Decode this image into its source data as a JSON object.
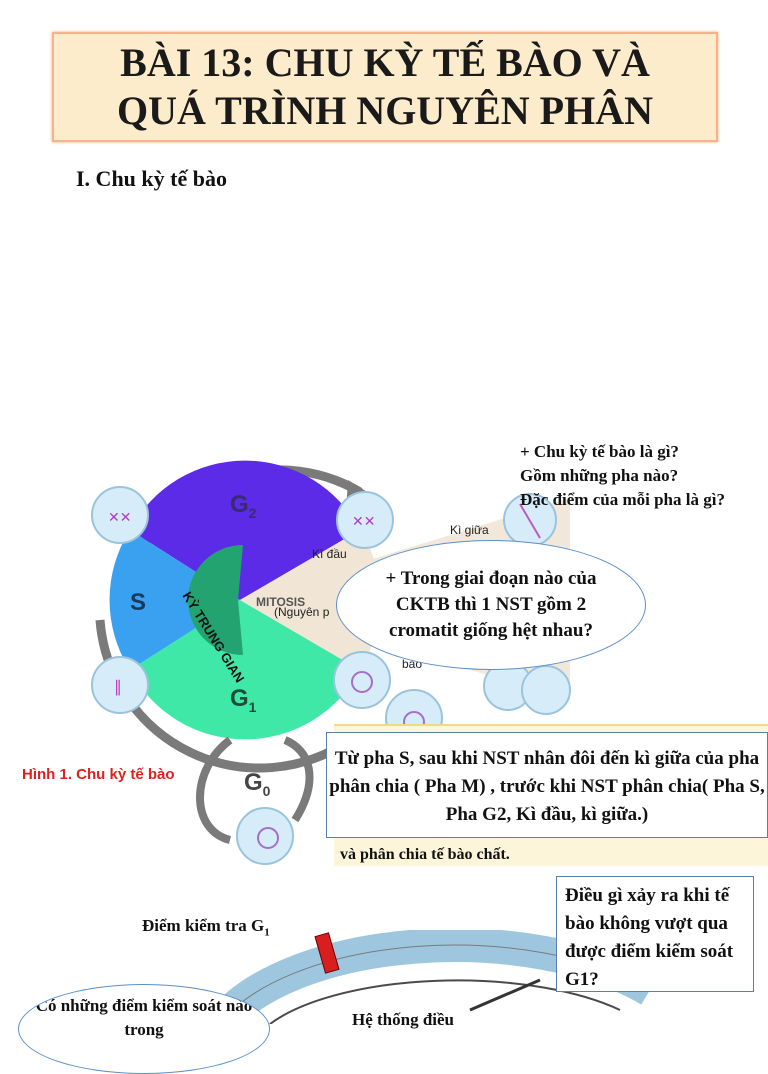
{
  "title": {
    "line1": "BÀI 13: CHU KỲ TẾ BÀO VÀ",
    "line2": "QUÁ TRÌNH NGUYÊN PHÂN"
  },
  "section_heading": "I. Chu kỳ tế bào",
  "questions": [
    "+ Chu kỳ tế bào là gì?",
    " Gồm những pha nào?",
    "  Đặc điểm của mỗi pha là gì?"
  ],
  "oval_question": "+ Trong giai đoạn nào của CKTB thì 1 NST gồm 2 cromatit giống hệt nhau?",
  "answer": "Từ pha S, sau khi NST nhân đôi đến kì giữa của pha phân chia ( Pha M) , trước khi NST phân chia( Pha S, Pha G2, Kì đầu, kì giữa.)",
  "under_text": "và phân chia tế bào chất.",
  "figure": {
    "caption": "Hình 1. Chu kỳ tế bào",
    "phase_g2": "G",
    "phase_g2_sub": "2",
    "phase_s": "S",
    "phase_g1": "G",
    "phase_g1_sub": "1",
    "phase_g0": "G",
    "phase_g0_sub": "0",
    "center_label": "KỲ TRUNG GIAN",
    "mitosis": "MITOSIS",
    "mitosis_sub": "(Nguyên p",
    "ki_dau": "Kì đầu",
    "ki_giua": "Kì giữa",
    "bao": "bào",
    "colors": {
      "g2": "#5b2be8",
      "s": "#3aa1f0",
      "g1": "#3fe8a6",
      "center": "#23a36f",
      "arrow": "#7a7a7a"
    }
  },
  "checkpoint_label": "Điểm kiểm tra G",
  "checkpoint_sub": "1",
  "checkpoint_question": "Điều gì xảy ra khi tế bào không vượt qua được điểm kiểm soát G1?",
  "bottom_oval": "Có những điểm kiểm soát nào trong",
  "system_label": "Hệ thống điều"
}
